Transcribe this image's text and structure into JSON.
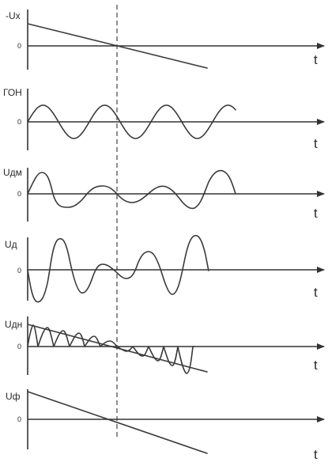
{
  "marker_line": true,
  "panels": [
    {
      "id": "ux",
      "label": "-Ux",
      "zero_label": "0",
      "axis_label": "t"
    },
    {
      "id": "gon",
      "label": "ГОН",
      "zero_label": "0",
      "axis_label": "t"
    },
    {
      "id": "udm",
      "label": "Uдм",
      "zero_label": "0",
      "axis_label": "t"
    },
    {
      "id": "ud",
      "label": "Uд",
      "zero_label": "0",
      "axis_label": "t"
    },
    {
      "id": "udn",
      "label": "Uдн",
      "zero_label": "0",
      "axis_label": "t"
    },
    {
      "id": "uf",
      "label": "Uф",
      "zero_label": "0",
      "axis_label": "t"
    }
  ]
}
